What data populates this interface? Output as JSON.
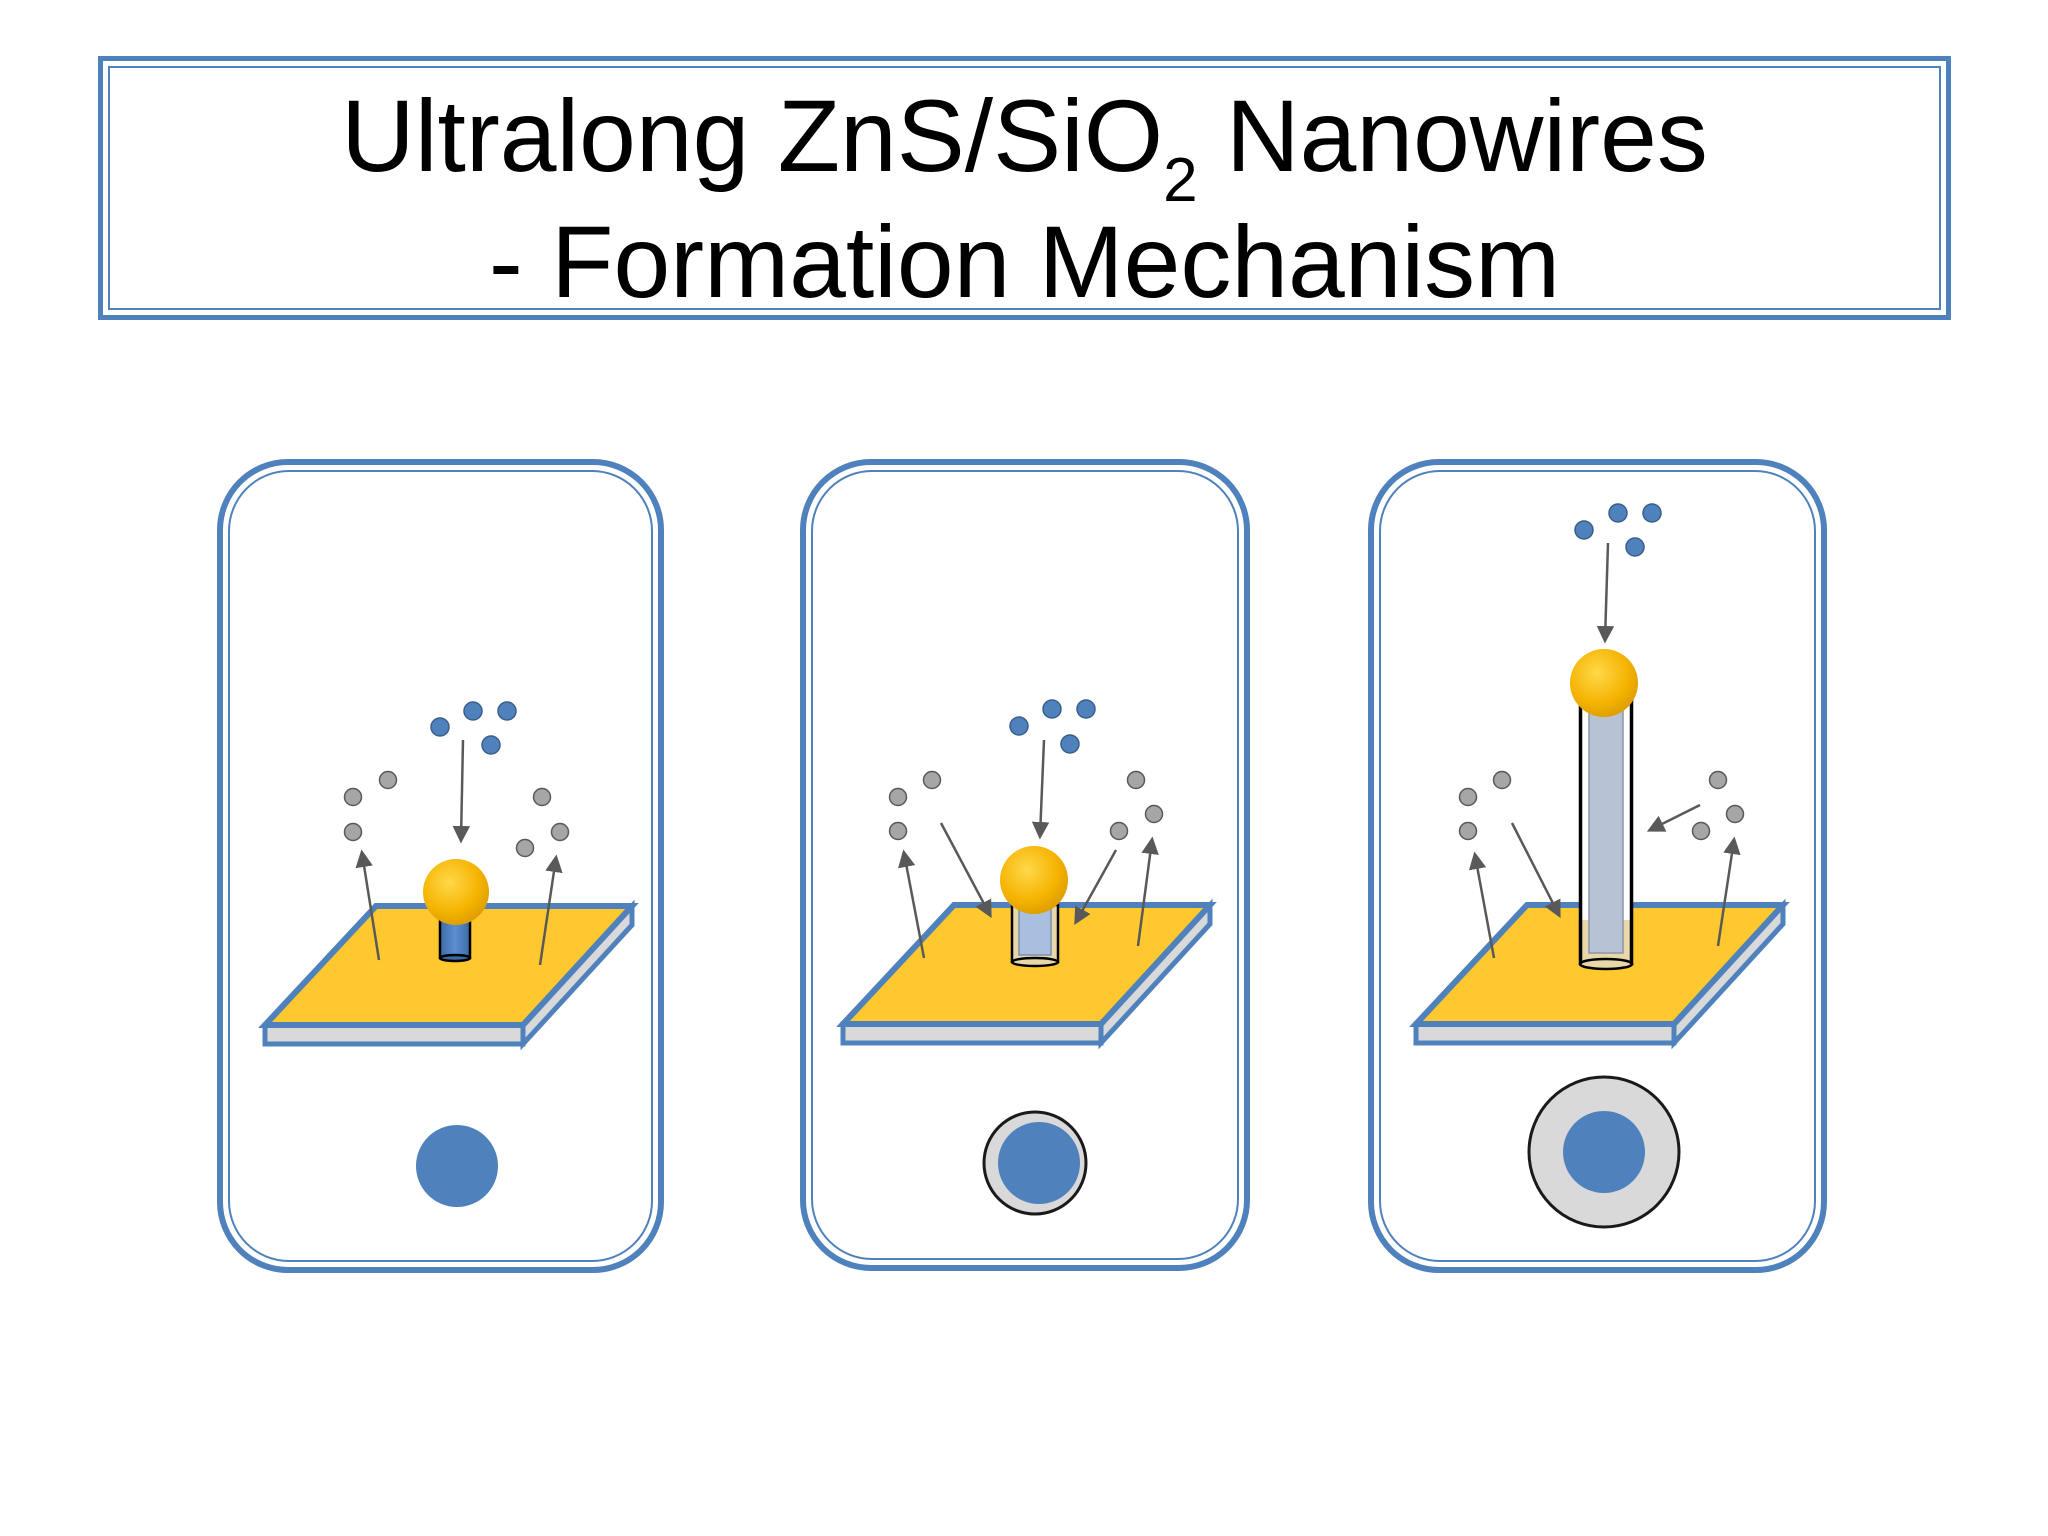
{
  "title": {
    "line1_prefix": "Ultralong ZnS/SiO",
    "line1_subscript": "2",
    "line1_suffix": " Nanowires",
    "line2": "- Formation Mechanism"
  },
  "panels": [
    {
      "stage": 1,
      "cross_section": "core-only"
    },
    {
      "stage": 2,
      "cross_section": "core-thin-shell"
    },
    {
      "stage": 3,
      "cross_section": "core-thick-shell"
    }
  ],
  "colors": {
    "frame_blue": "#4f81bd",
    "substrate_gold": "#ffc82e",
    "catalyst_gold": "#f5b300",
    "zns_core": "#4f81bd",
    "sio2_shell": "#d9d9d9",
    "zns_particle": "#4f81bd",
    "sio2_particle": "#a6a6a6",
    "arrow": "#595959"
  }
}
